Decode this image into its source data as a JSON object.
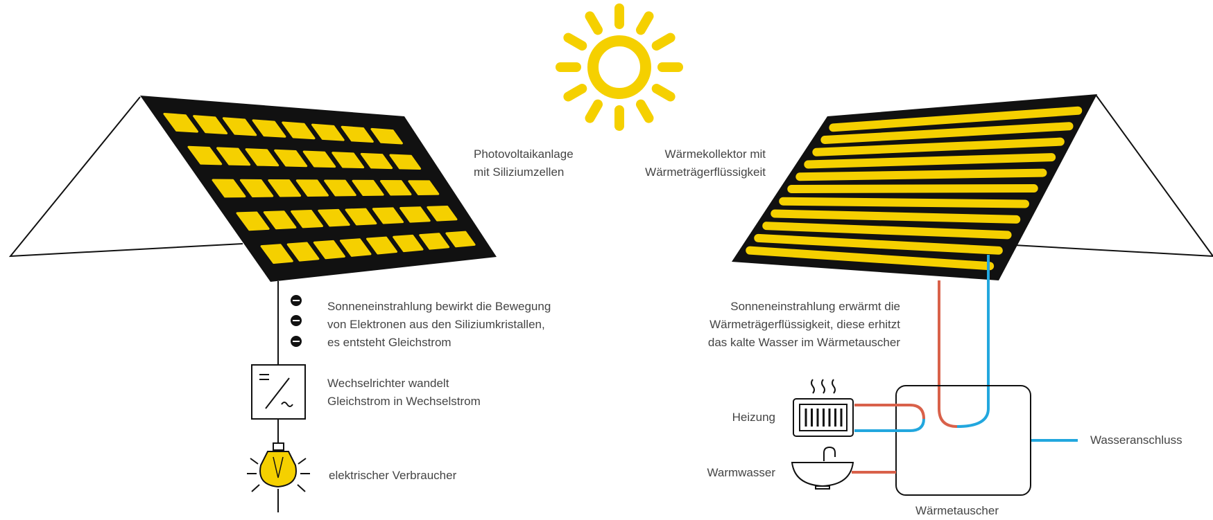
{
  "colors": {
    "yellow": "#f5d000",
    "black": "#111111",
    "hot_pipe": "#d9614a",
    "cold_pipe": "#22a7de",
    "text": "#444444"
  },
  "icons": {
    "sun": "sun-icon",
    "inverter": "inverter-icon",
    "bulb": "light-bulb-icon",
    "radiator": "radiator-icon",
    "sink": "sink-icon",
    "electron": "electron-icon"
  },
  "labels": {
    "pv_title": [
      "Photovoltaikanlage",
      "mit Siliziumzellen"
    ],
    "collector_title": [
      "Wärmekollektor mit",
      "Wärmeträgerflüssigkeit"
    ],
    "pv_process": [
      "Sonneneinstrahlung bewirkt die Bewegung",
      "von Elektronen aus den Siliziumkristallen,",
      "es entsteht Gleichstrom"
    ],
    "inverter": [
      "Wechselrichter wandelt",
      "Gleichstrom in Wechselstrom"
    ],
    "consumer": "elektrischer Verbraucher",
    "thermal_process": [
      "Sonneneinstrahlung erwärmt die",
      "Wärmeträgerflüssigkeit, diese erhitzt",
      "das kalte Wasser im Wärmetauscher"
    ],
    "heating": "Heizung",
    "hot_water": "Warmwasser",
    "water_connection": "Wasseranschluss",
    "heat_exchanger": "Wärmetauscher"
  }
}
